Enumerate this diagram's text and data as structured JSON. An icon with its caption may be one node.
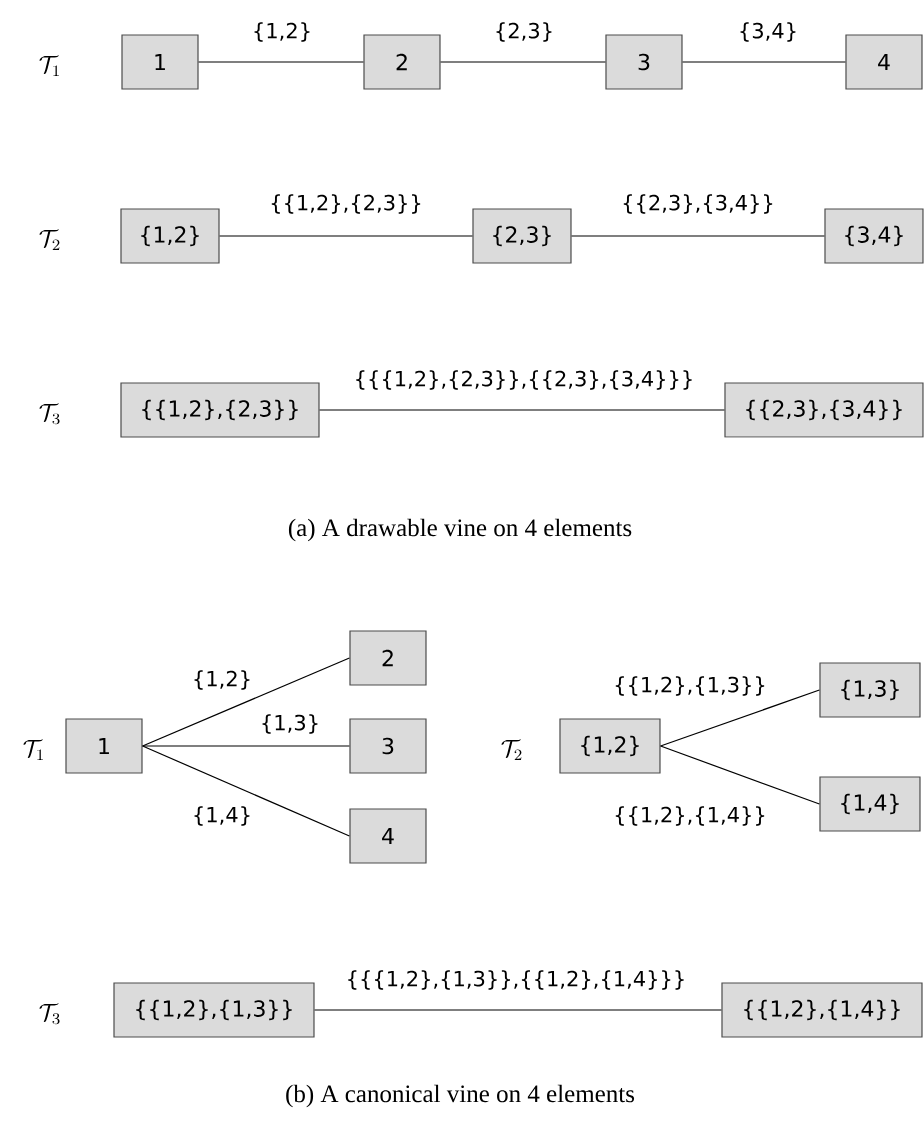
{
  "diagram": {
    "nodes": [
      {
        "text": [
          "1"
        ]
      },
      {
        "text": [
          "2"
        ]
      },
      {
        "text": [
          "3"
        ]
      },
      {
        "text": [
          "4"
        ]
      },
      {
        "text": [
          "{1,2}"
        ]
      },
      {
        "text": [
          "{2,3}"
        ]
      },
      {
        "text": [
          "{3,4}"
        ]
      },
      {
        "text": [
          "{{1,2},{2,3}}"
        ]
      },
      {
        "text": [
          "{{2,3},{3,4}}"
        ]
      },
      {
        "text": [
          "1"
        ]
      },
      {
        "text": [
          "2"
        ]
      },
      {
        "text": [
          "3"
        ]
      },
      {
        "text": [
          "4"
        ]
      },
      {
        "text": [
          "{1,2}"
        ]
      },
      {
        "text": [
          "{1,3}"
        ]
      },
      {
        "text": [
          "{1,4}"
        ]
      },
      {
        "text": [
          "{{1,2},{1,3}}"
        ]
      },
      {
        "text": [
          "{{1,2},{1,4}}"
        ]
      }
    ],
    "edges": [
      {
        "from": 0,
        "to": 1,
        "arrow": "none",
        "label": "{1,2}"
      },
      {
        "from": 1,
        "to": 2,
        "arrow": "none",
        "label": "{2,3}"
      },
      {
        "from": 2,
        "to": 3,
        "arrow": "none",
        "label": "{3,4}"
      },
      {
        "from": 4,
        "to": 5,
        "arrow": "none",
        "label": "{{1,2},{2,3}}"
      },
      {
        "from": 5,
        "to": 6,
        "arrow": "none",
        "label": "{{2,3},{3,4}}"
      },
      {
        "from": 7,
        "to": 8,
        "arrow": "none",
        "label": "{{{1,2},{2,3}},{{2,3},{3,4}}}"
      },
      {
        "from": 9,
        "to": 10,
        "arrow": "none",
        "label": "{1,2}"
      },
      {
        "from": 9,
        "to": 11,
        "arrow": "none",
        "label": "{1,3}"
      },
      {
        "from": 9,
        "to": 12,
        "arrow": "none",
        "label": "{1,4}"
      },
      {
        "from": 13,
        "to": 14,
        "arrow": "none",
        "label": "{{1,2},{1,3}}"
      },
      {
        "from": 13,
        "to": 15,
        "arrow": "none",
        "label": "{{1,2},{1,4}}"
      },
      {
        "from": 16,
        "to": 17,
        "arrow": "none",
        "label": "{{{1,2},{1,3}},{{1,2},{1,4}}}"
      }
    ],
    "labels": [
      "\\mathcal{T}_1",
      "\\mathcal{T}_2",
      "\\mathcal{T}_3",
      "(a)  A drawable vine on 4 elements",
      "\\mathcal{T}_1",
      "\\mathcal{T}_2",
      "\\mathcal{T}_3",
      "(b)  A canonical vine on 4 elements"
    ]
  }
}
